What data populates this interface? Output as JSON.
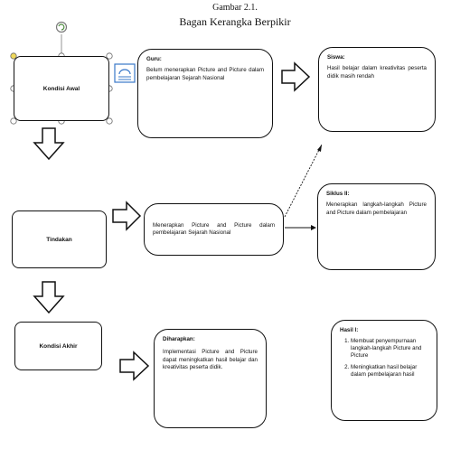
{
  "header": {
    "title": "Gambar 2.1.",
    "subtitle": "Bagan Kerangka Berpikir"
  },
  "nodes": {
    "kondisi_awal": "Kondisi Awal",
    "guru": {
      "heading": "Guru:",
      "text": "Belum menerapkan Picture and Picture dalam pembelajaran Sejarah Nasional"
    },
    "siswa": {
      "heading": "Siswa:",
      "text": "Hasil belajar dalam kreativitas peserta didik masih rendah"
    },
    "tindakan": "Tindakan",
    "menerapkan": "Menerapkan Picture and Picture dalam pembelajaran Sejarah Nasional",
    "siklus": {
      "heading": "Siklus II:",
      "text": "Menerapkan langkah-langkah Picture and Picture dalam pembelajaran"
    },
    "kondisi_akhir": "Kondisi Akhir",
    "diharapkan": {
      "heading": "Diharapkan:",
      "text": "Implementasi Picture and Picture dapat meningkatkan hasil belajar dan kreativitas peserta didik."
    },
    "hasil": {
      "heading": "Hasil I:",
      "items": [
        "Membuat penyempurnaan langkah-langkah Picture and Picture",
        "Meningkatkan hasil belajar dalam pembelajaran hasil"
      ]
    }
  }
}
